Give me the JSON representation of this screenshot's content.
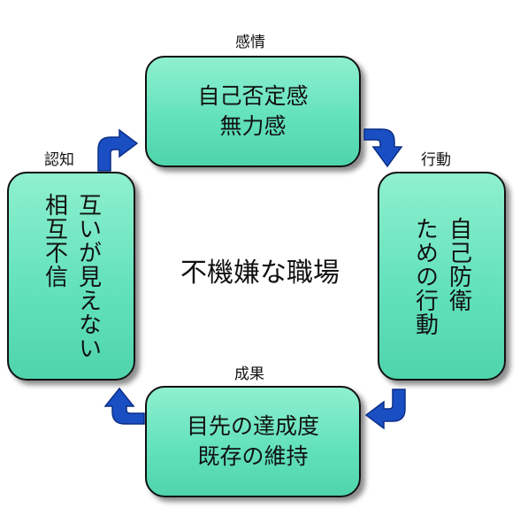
{
  "diagram": {
    "center": "不機嫌な職場",
    "nodes": {
      "top": {
        "label": "感情",
        "line1": "自己否定感",
        "line2": "無力感"
      },
      "right": {
        "label": "行動",
        "line1": "自己防衛",
        "line2": "ための行動"
      },
      "bottom": {
        "label": "成果",
        "line1": "目先の達成度",
        "line2": "既存の維持"
      },
      "left": {
        "label": "認知",
        "line1": "互いが見えない",
        "line2": "相互不信"
      }
    },
    "right_box_vertical_lines": [
      "自己防衛",
      "ための行動"
    ],
    "colors": {
      "box_fill": "#63e2bb",
      "arrow": "#1a4fc4",
      "border": "#111111"
    }
  }
}
